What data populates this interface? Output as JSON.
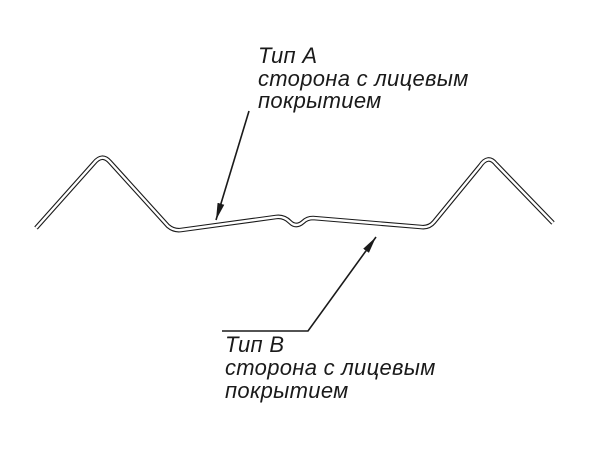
{
  "diagram": {
    "background_color": "#ffffff",
    "line_color": "#1a1a1a",
    "label_top": {
      "title": "Тип А",
      "line2": "сторона с лицевым",
      "line3": "покрытием"
    },
    "label_bottom": {
      "title": "Тип В",
      "line2": "сторона с лицевым",
      "line3": "покрытием"
    }
  }
}
